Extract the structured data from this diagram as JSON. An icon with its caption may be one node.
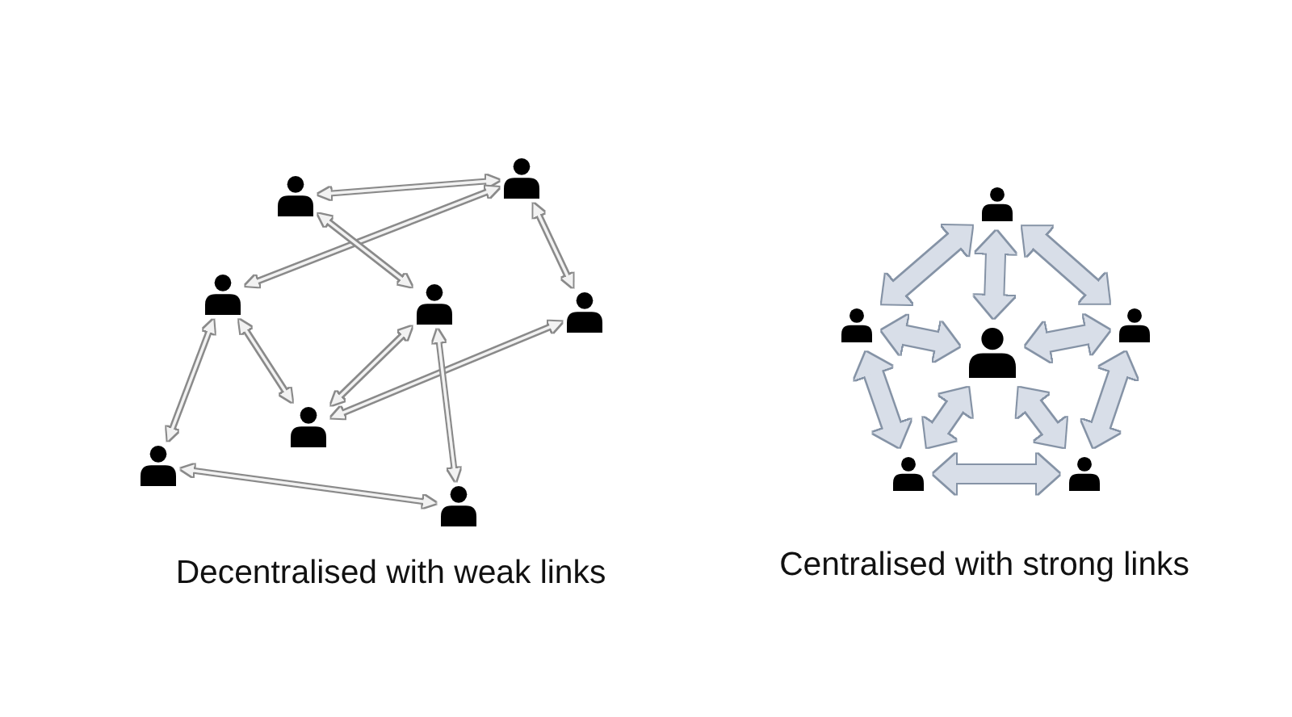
{
  "diagram": {
    "nodes": [
      {
        "text": [],
        "shape": "person"
      },
      {
        "text": [],
        "shape": "person"
      },
      {
        "text": [],
        "shape": "person"
      },
      {
        "text": [],
        "shape": "person"
      },
      {
        "text": [],
        "shape": "person"
      },
      {
        "text": [],
        "shape": "person"
      },
      {
        "text": [],
        "shape": "person"
      },
      {
        "text": [],
        "shape": "person"
      },
      {
        "text": [],
        "shape": "person"
      },
      {
        "text": [],
        "shape": "person"
      },
      {
        "text": [],
        "shape": "person"
      },
      {
        "text": [],
        "shape": "person"
      },
      {
        "text": [],
        "shape": "person"
      },
      {
        "text": [],
        "shape": "person"
      }
    ],
    "edges": [
      {
        "from": 0,
        "to": 1,
        "arrow": "both"
      },
      {
        "from": 2,
        "to": 1,
        "arrow": "both"
      },
      {
        "from": 0,
        "to": 3,
        "arrow": "both"
      },
      {
        "from": 1,
        "to": 4,
        "arrow": "both"
      },
      {
        "from": 2,
        "to": 5,
        "arrow": "both"
      },
      {
        "from": 3,
        "to": 5,
        "arrow": "both"
      },
      {
        "from": 4,
        "to": 5,
        "arrow": "both"
      },
      {
        "from": 3,
        "to": 7,
        "arrow": "both"
      },
      {
        "from": 2,
        "to": 6,
        "arrow": "both"
      },
      {
        "from": 6,
        "to": 7,
        "arrow": "both"
      },
      {
        "from": 8,
        "to": 9,
        "arrow": "both",
        "style": "thick",
        "color": "#d8dee8"
      },
      {
        "from": 8,
        "to": 10,
        "arrow": "both",
        "style": "thick",
        "color": "#d8dee8"
      },
      {
        "from": 8,
        "to": 11,
        "arrow": "both",
        "style": "thick",
        "color": "#d8dee8"
      },
      {
        "from": 9,
        "to": 10,
        "arrow": "both",
        "style": "thick",
        "color": "#d8dee8"
      },
      {
        "from": 11,
        "to": 10,
        "arrow": "both",
        "style": "thick",
        "color": "#d8dee8"
      },
      {
        "from": 9,
        "to": 12,
        "arrow": "both",
        "style": "thick",
        "color": "#d8dee8"
      },
      {
        "from": 11,
        "to": 13,
        "arrow": "both",
        "style": "thick",
        "color": "#d8dee8"
      },
      {
        "from": 10,
        "to": 12,
        "arrow": "both",
        "style": "thick",
        "color": "#d8dee8"
      },
      {
        "from": 10,
        "to": 13,
        "arrow": "both",
        "style": "thick",
        "color": "#d8dee8"
      },
      {
        "from": 12,
        "to": 13,
        "arrow": "both",
        "style": "thick",
        "color": "#d8dee8"
      }
    ],
    "labels": [
      "Decentralised with weak links",
      "Centralised with strong links"
    ]
  }
}
